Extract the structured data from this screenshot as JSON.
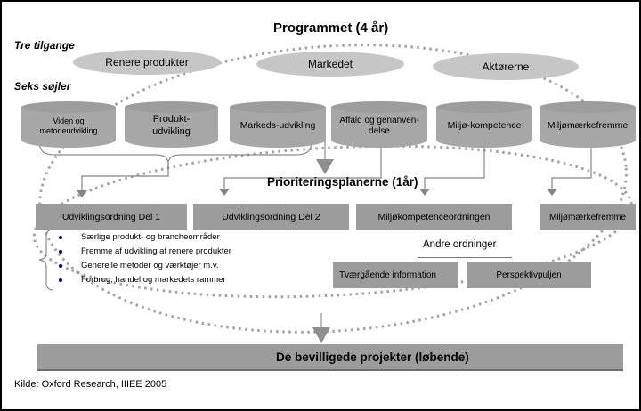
{
  "title": "Programmet (4 år)",
  "labels": {
    "approaches": "Tre tilgange",
    "pillars": "Seks søjler"
  },
  "approaches": [
    "Renere produkter",
    "Markedet",
    "Aktørerne"
  ],
  "pillars": [
    {
      "lines": [
        "Viden og",
        "metodeudvikling"
      ]
    },
    {
      "lines": [
        "Produkt-",
        "udvikling"
      ]
    },
    {
      "lines": [
        "Markeds-udvikling"
      ]
    },
    {
      "lines": [
        "Affald og genanven-",
        "delse"
      ]
    },
    {
      "lines": [
        "Miljø-kompetence"
      ]
    },
    {
      "lines": [
        "Miljømærkefremme"
      ]
    }
  ],
  "priority_title": "Prioriteringsplanerne (1år)",
  "priority_boxes": [
    "Udviklingsordning Del 1",
    "Udviklingsordning Del 2",
    "Miljøkompetenceordningen",
    "Miljømærkefremme"
  ],
  "bullets": [
    "Særlige produkt- og brancheområder",
    "Fremme af udvikling af renere produkter",
    "Generelle metoder og værktøjer m.v.",
    "Forbrug, handel og markedets rammer"
  ],
  "other_schemes": {
    "title": "Andre ordninger",
    "boxes": [
      "Tværgående information",
      "Perspektivpuljen"
    ]
  },
  "bottom_bar": "De bevilligede projekter (løbende)",
  "source": "Kilde: Oxford Research, IIIEE 2005",
  "colors": {
    "approach_ellipse": "#c6c6c6",
    "cylinder": "#a7a7a7",
    "box": "#9c9c9c",
    "connector": "#858585",
    "dotted_ring": "#a2a2a2",
    "bullet": "#00008b"
  }
}
